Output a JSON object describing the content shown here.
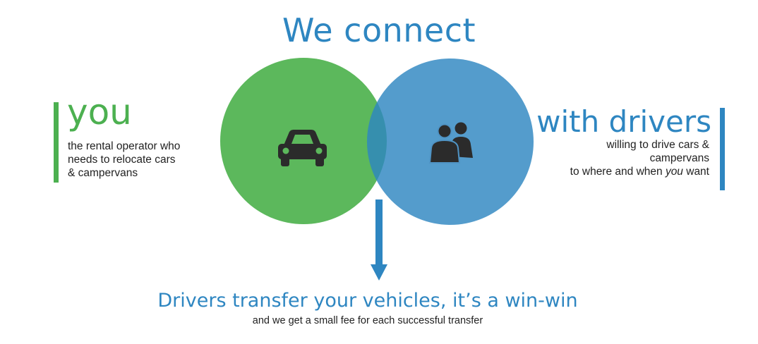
{
  "title": "We connect",
  "left": {
    "heading": "you",
    "lines": [
      "the rental operator who",
      "needs to relocate cars",
      "& campervans"
    ]
  },
  "right": {
    "heading": "with drivers",
    "line1": "willing to drive cars &",
    "line2": "campervans",
    "line3_prefix": "to where and when ",
    "line3_em": "you",
    "line3_suffix": " want"
  },
  "bottom": {
    "heading": "Drivers transfer your vehicles, it’s a win-win",
    "subtext": "and we get a small fee for each successful transfer"
  },
  "icons": {
    "left_circle": "car-icon",
    "right_circle": "people-icon",
    "arrow": "arrow-down-icon"
  },
  "colors": {
    "green": "#4cb050",
    "blue": "#2e86c1",
    "overlap": "#2f8ea0",
    "icon": "#2b2b2b"
  }
}
